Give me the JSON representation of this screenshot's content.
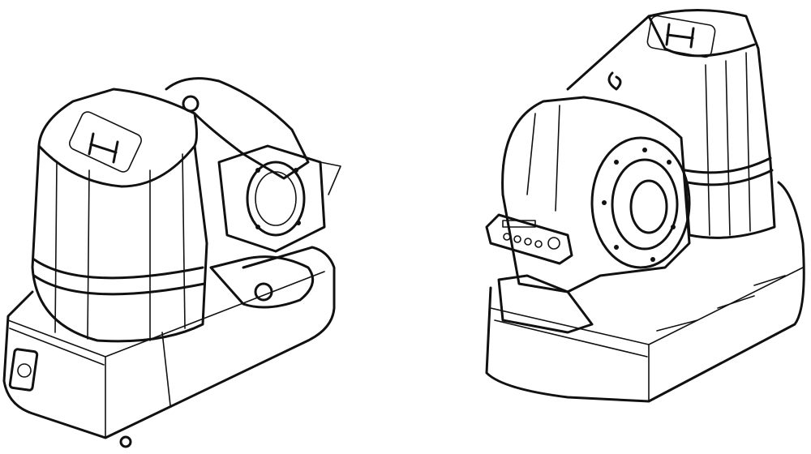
{
  "drawing": {
    "line_color": "#111111",
    "background": "#ffffff",
    "machines": [
      {
        "view": "left",
        "logo": "H"
      },
      {
        "view": "right",
        "logo": "H"
      }
    ]
  }
}
